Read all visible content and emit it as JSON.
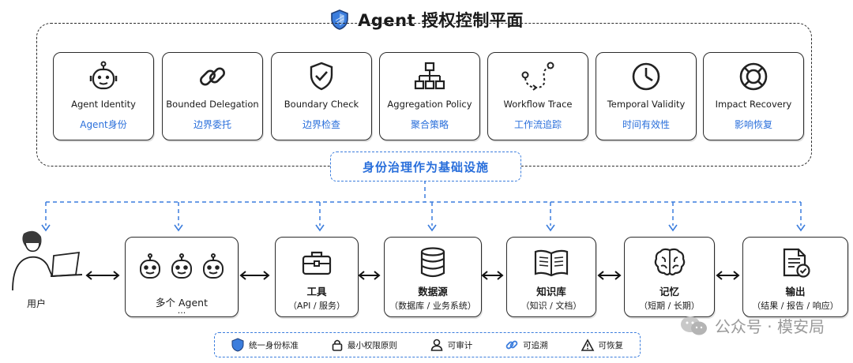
{
  "title": "Agent 授权控制平面",
  "control_cards": [
    {
      "en": "Agent Identity",
      "zh": "Agent身份"
    },
    {
      "en": "Bounded Delegation",
      "zh": "边界委托"
    },
    {
      "en": "Boundary Check",
      "zh": "边界检查"
    },
    {
      "en": "Aggregation Policy",
      "zh": "聚合策略"
    },
    {
      "en": "Workflow Trace",
      "zh": "工作流追踪"
    },
    {
      "en": "Temporal Validity",
      "zh": "时间有效性"
    },
    {
      "en": "Impact Recovery",
      "zh": "影响恢复"
    }
  ],
  "governance_label": "身份治理作为基础设施",
  "user_label": "用户",
  "flow_boxes": [
    {
      "title": "多个 Agent",
      "sub": "..."
    },
    {
      "title": "工具",
      "sub": "（API / 服务）"
    },
    {
      "title": "数据源",
      "sub": "（数据库 / 业务系统）"
    },
    {
      "title": "知识库",
      "sub": "（知识 / 文档）"
    },
    {
      "title": "记忆",
      "sub": "（短期 / 长期）"
    },
    {
      "title": "输出",
      "sub": "（结果 / 报告 / 响应）"
    }
  ],
  "legend": [
    {
      "icon": "shield-icon",
      "label": "统一身份标准"
    },
    {
      "icon": "lock-icon",
      "label": "最小权限原则"
    },
    {
      "icon": "person-icon",
      "label": "可审计"
    },
    {
      "icon": "link-icon",
      "label": "可追溯"
    },
    {
      "icon": "warning-icon",
      "label": "可恢复"
    }
  ],
  "watermark": "公众号 · 模安局",
  "colors": {
    "accent": "#2a6fdb",
    "ink": "#2b2b2b",
    "dashed_blue": "#3b7ddd"
  }
}
